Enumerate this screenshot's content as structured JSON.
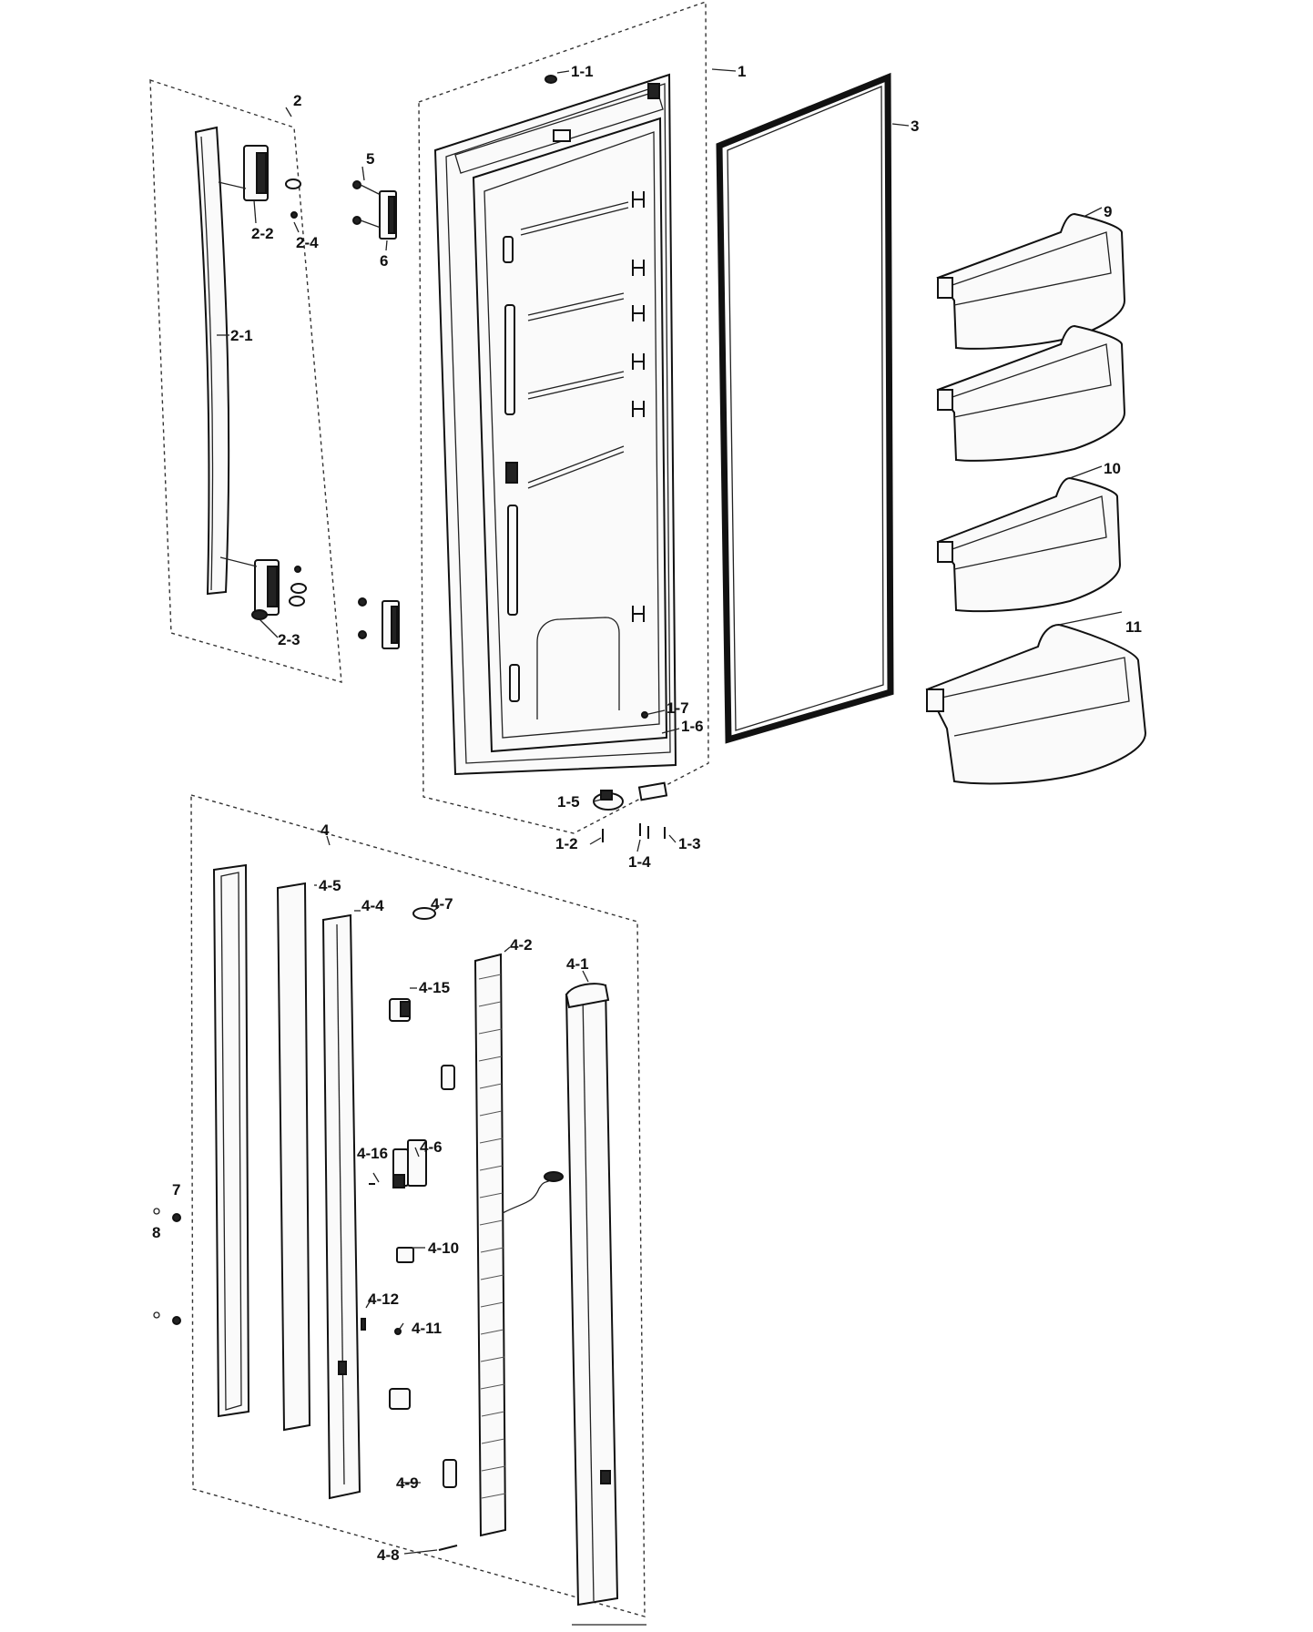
{
  "diagram": {
    "labels": {
      "l1": "1",
      "l1_1": "1-1",
      "l1_2": "1-2",
      "l1_3": "1-3",
      "l1_4": "1-4",
      "l1_5": "1-5",
      "l1_6": "1-6",
      "l1_7": "1-7",
      "l2": "2",
      "l2_1": "2-1",
      "l2_2": "2-2",
      "l2_3": "2-3",
      "l2_4": "2-4",
      "l3": "3",
      "l4": "4",
      "l4_1": "4-1",
      "l4_2": "4-2",
      "l4_4": "4-4",
      "l4_5": "4-5",
      "l4_6": "4-6",
      "l4_7": "4-7",
      "l4_8": "4-8",
      "l4_9": "4-9",
      "l4_10": "4-10",
      "l4_11": "4-11",
      "l4_12": "4-12",
      "l4_15": "4-15",
      "l4_16": "4-16",
      "l5": "5",
      "l6": "6",
      "l7": "7",
      "l8": "8",
      "l9": "9",
      "l10": "10",
      "l11": "11"
    }
  }
}
